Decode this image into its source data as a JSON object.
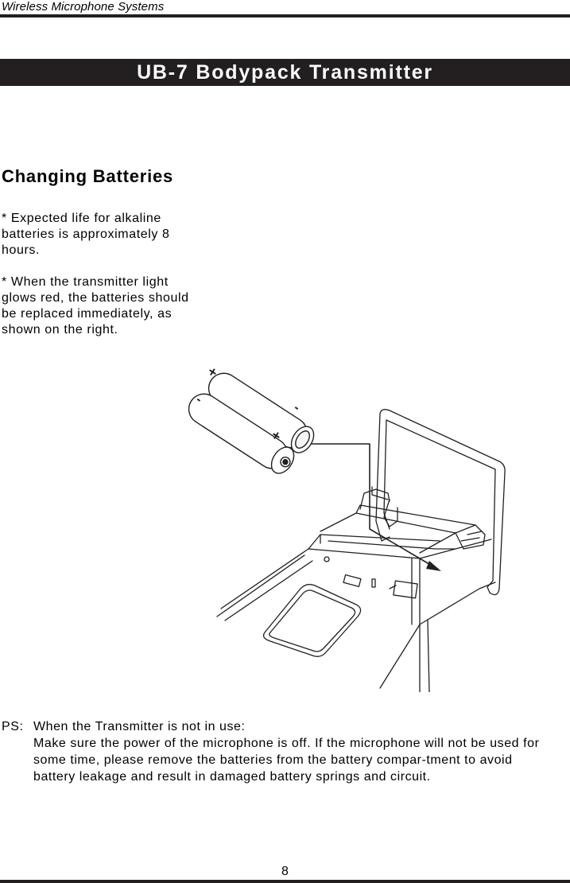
{
  "header": {
    "running_title": "Wireless Microphone Systems"
  },
  "title_bar": {
    "text": "UB-7 Bodypack Transmitter"
  },
  "section": {
    "heading": "Changing Batteries",
    "para1": "* Expected life for alkaline batteries is approximately 8 hours.",
    "para2": "*  When the transmitter light glows red, the batteries should be replaced immediately, as shown on the right."
  },
  "illustration": {
    "plus_top": "+",
    "minus_top": "-",
    "minus_bottom": "-",
    "plus_bottom": "+"
  },
  "ps": {
    "label": "PS:",
    "line1": "When the Transmitter is not in use:",
    "body": "Make sure the power of the microphone is off. If the microphone will not be used for some time, please remove the batteries from the battery compar-tment to avoid battery leakage and result in damaged battery springs and circuit."
  },
  "footer": {
    "page_number": "8"
  },
  "colors": {
    "rule": "#231f20",
    "title_text": "#ffffff"
  }
}
